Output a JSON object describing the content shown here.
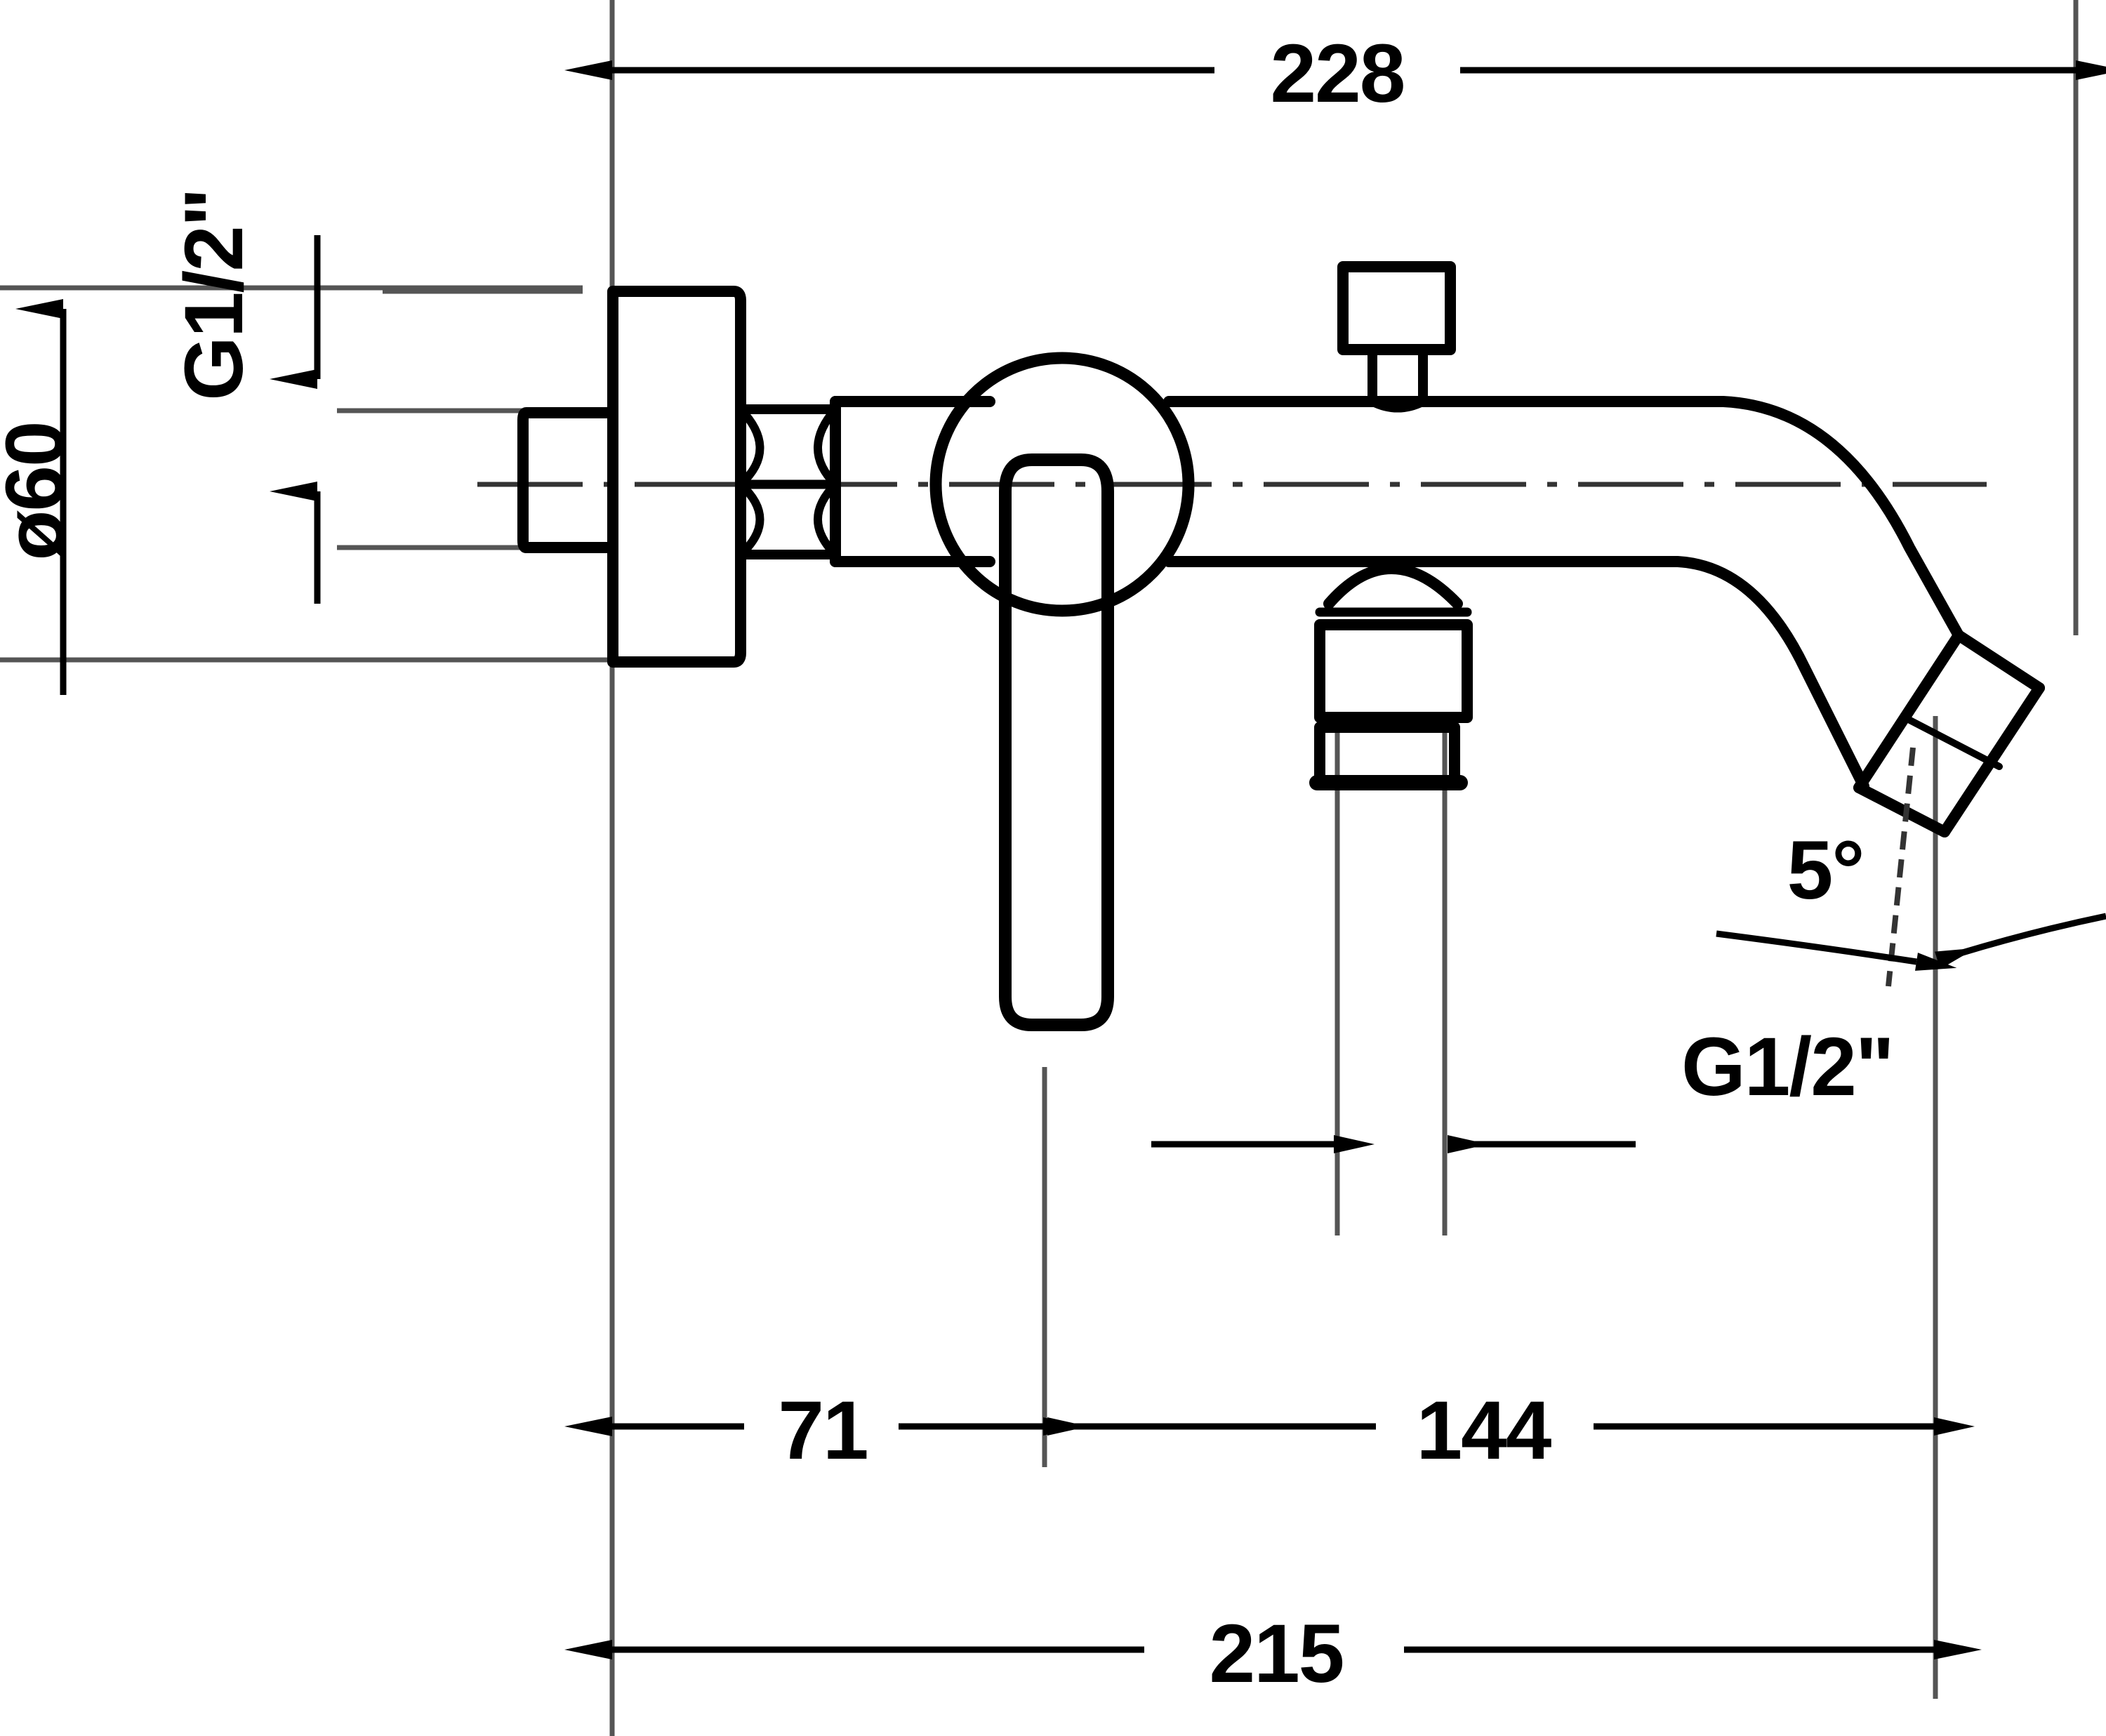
{
  "drawing": {
    "type": "technical-dimension-drawing",
    "subject": "wall-mounted single-lever bath mixer / faucet side elevation",
    "background_color": "#ffffff",
    "line_color": "#000000",
    "thin_line_color": "#555555",
    "units": "mm (linear), degrees (angular)"
  },
  "dimensions": {
    "overall_top": {
      "label": "228",
      "orientation": "horizontal",
      "position": "top",
      "arrows": "both"
    },
    "flange_diameter": {
      "label": "ø60",
      "orientation": "vertical",
      "position": "left",
      "rotated": true,
      "arrows": "both"
    },
    "inlet_thread_top": {
      "label": "G1/2\"",
      "orientation": "vertical",
      "position": "upper-left",
      "rotated": true
    },
    "outlet_thread": {
      "label": "G1/2\"",
      "orientation": "horizontal",
      "position": "lower-center",
      "arrows": "both-inward"
    },
    "spout_angle": {
      "label": "5°",
      "orientation": "angular",
      "position": "lower-right"
    },
    "lever_offset": {
      "label": "71",
      "orientation": "horizontal",
      "position": "bottom-left",
      "arrows": "both-inward"
    },
    "spout_reach": {
      "label": "144",
      "orientation": "horizontal",
      "position": "bottom-center",
      "arrows": "both-inward"
    },
    "overall_bottom": {
      "label": "215",
      "orientation": "horizontal",
      "position": "bottom",
      "arrows": "both"
    }
  },
  "chart_data": {
    "type": "table",
    "title": "Faucet dimension callouts",
    "categories": [
      "228",
      "ø60",
      "G1/2\"",
      "G1/2\"",
      "5°",
      "71",
      "144",
      "215"
    ],
    "values": [
      228,
      60,
      null,
      null,
      5,
      71,
      144,
      215
    ]
  }
}
